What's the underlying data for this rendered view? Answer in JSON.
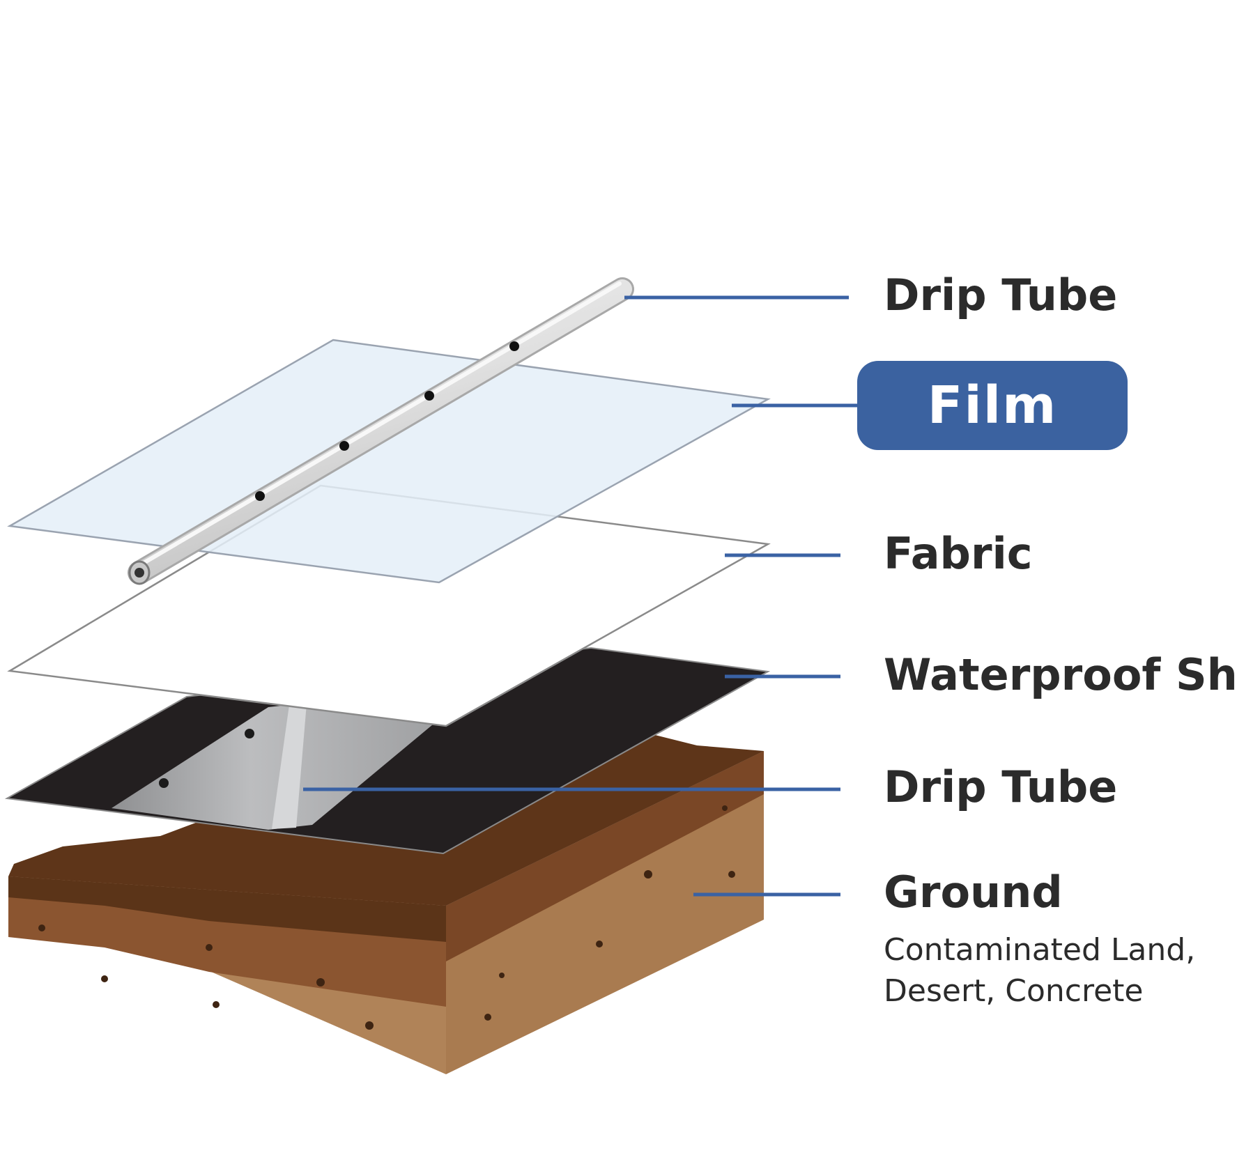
{
  "diagram": {
    "layers": [
      {
        "id": "drip-tube-top",
        "label": "Drip Tube"
      },
      {
        "id": "film",
        "label": "Film",
        "highlighted": true
      },
      {
        "id": "fabric",
        "label": "Fabric"
      },
      {
        "id": "waterproof-sheet",
        "label": "Waterproof Shee"
      },
      {
        "id": "drip-tube-bottom",
        "label": "Drip Tube"
      },
      {
        "id": "ground",
        "label": "Ground",
        "sublabel_lines": [
          "Contaminated Land,",
          "Desert, Concrete"
        ]
      }
    ]
  },
  "colors": {
    "leader_line": "#3a62a4",
    "badge_fill": "#3b62a0",
    "badge_text": "#ffffff",
    "film_fill": "#e4eef8",
    "fabric_fill": "#ffffff",
    "waterproof_sheet_fill": "#231f20",
    "drip_channel_fill": "#a8a9ab",
    "ground_top": "#5b3418",
    "ground_mid": "#8b5530",
    "ground_bottom": "#b08358",
    "label_text": "#2b2b2b"
  }
}
